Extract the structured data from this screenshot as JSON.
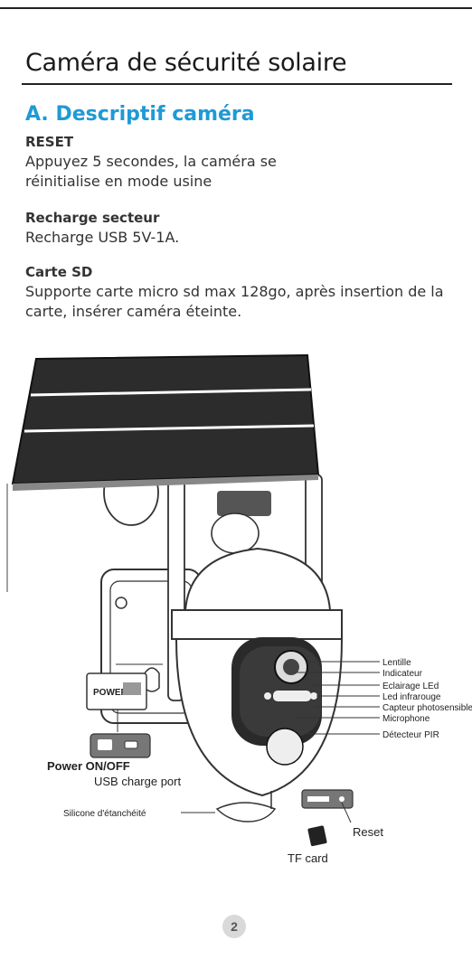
{
  "page": {
    "title": "Caméra de sécurité solaire",
    "section": "A. Descriptif caméra",
    "page_number": "2"
  },
  "blocks": [
    {
      "heading": "RESET",
      "body": "Appuyez 5 secondes, la caméra se réinitialise en mode usine"
    },
    {
      "heading": "Recharge secteur",
      "body": "Recharge USB 5V-1A."
    },
    {
      "heading": "Carte SD",
      "body": "Supporte carte micro sd max 128go, après insertion de la carte, insérer caméra éteinte."
    }
  ],
  "callouts": {
    "lentille": "Lentille",
    "indicateur": "Indicateur",
    "eclairage": "Eclairage LEd",
    "infrarouge": "Led infrarouge",
    "capteur": "Capteur photosensible",
    "microphone": "Microphone",
    "pir": "Détecteur PIR",
    "power_switch": "POWER",
    "power": "Power ON/OFF",
    "usb": "USB charge port",
    "silicone": "Silicone d'étanchéité",
    "reset": "Reset",
    "tf": "TF card"
  }
}
